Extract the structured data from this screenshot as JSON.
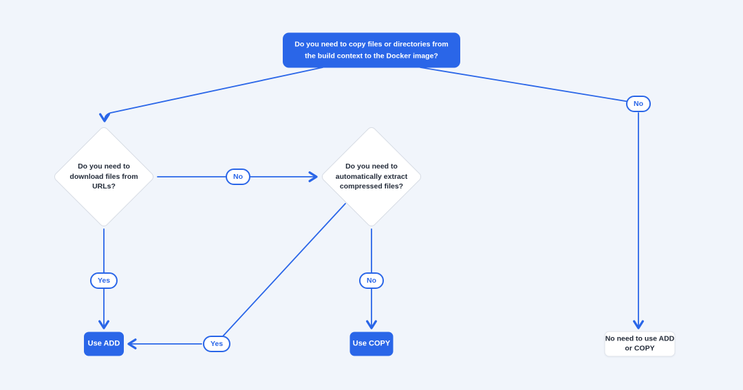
{
  "colors": {
    "accent": "#2a66e8",
    "text_dark": "#232b39",
    "background": "#f1f5fb"
  },
  "flowchart": {
    "root": {
      "label": "Do you need to copy files or directories from the build context to the Docker image?"
    },
    "decisions": [
      {
        "label": "Do you need to download files from URLs?"
      },
      {
        "label": "Do you need to automatically extract compressed files?"
      }
    ],
    "edge_labels": {
      "root_no": "No",
      "download_no": "No",
      "download_yes": "Yes",
      "extract_no": "No",
      "extract_yes": "Yes"
    },
    "results": [
      {
        "label": "Use ADD"
      },
      {
        "label": "Use COPY"
      },
      {
        "label": "No need to use ADD or COPY"
      }
    ]
  }
}
